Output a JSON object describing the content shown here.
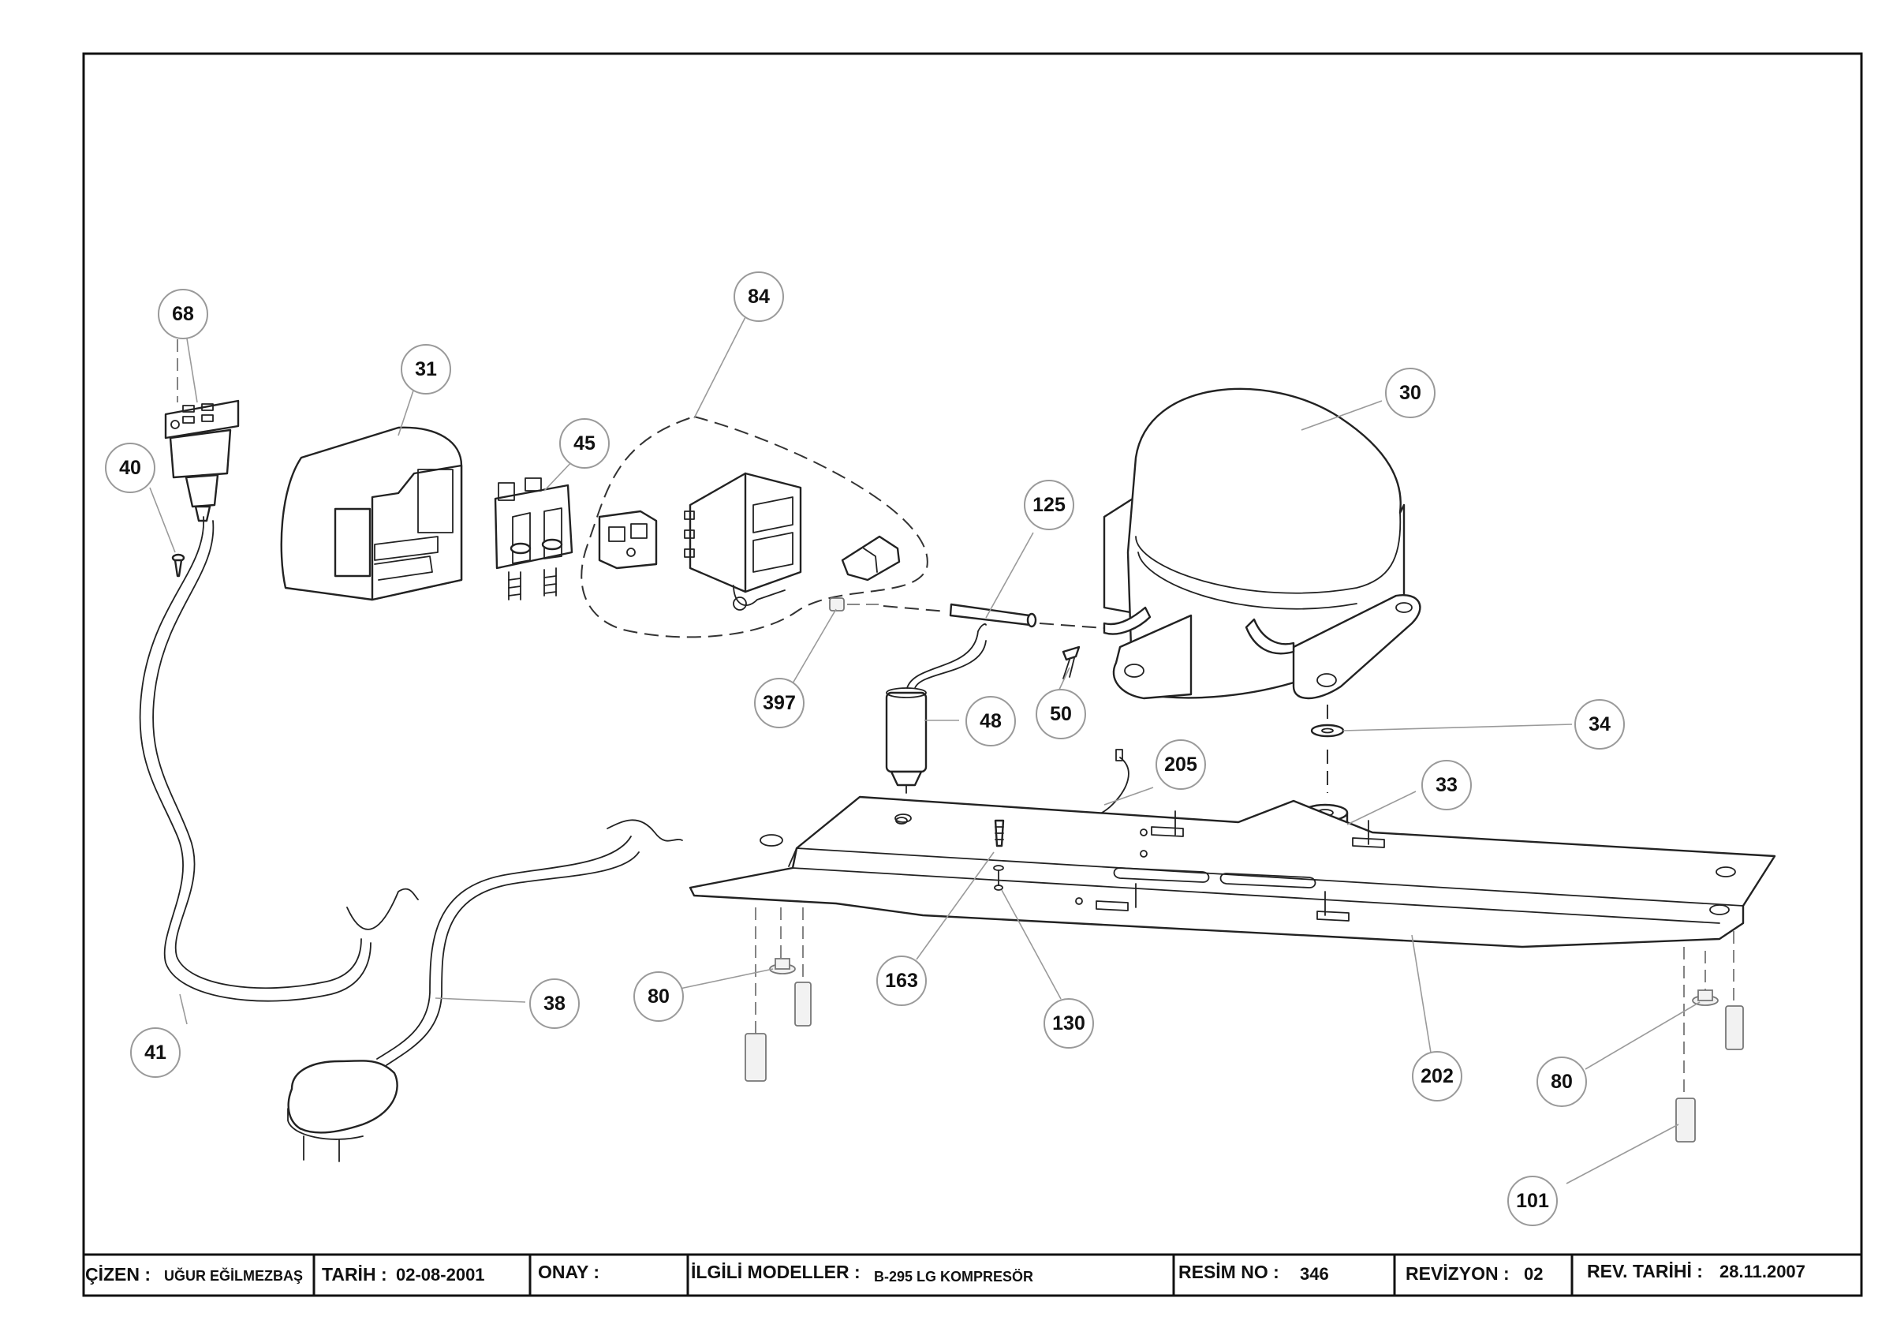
{
  "callouts": [
    {
      "id": "68",
      "label": "68"
    },
    {
      "id": "31",
      "label": "31"
    },
    {
      "id": "84",
      "label": "84"
    },
    {
      "id": "45",
      "label": "45"
    },
    {
      "id": "30",
      "label": "30"
    },
    {
      "id": "40",
      "label": "40"
    },
    {
      "id": "125",
      "label": "125"
    },
    {
      "id": "397",
      "label": "397"
    },
    {
      "id": "48",
      "label": "48"
    },
    {
      "id": "50",
      "label": "50"
    },
    {
      "id": "34",
      "label": "34"
    },
    {
      "id": "205",
      "label": "205"
    },
    {
      "id": "33",
      "label": "33"
    },
    {
      "id": "38",
      "label": "38"
    },
    {
      "id": "80a",
      "label": "80"
    },
    {
      "id": "163",
      "label": "163"
    },
    {
      "id": "130",
      "label": "130"
    },
    {
      "id": "41",
      "label": "41"
    },
    {
      "id": "202",
      "label": "202"
    },
    {
      "id": "80b",
      "label": "80"
    },
    {
      "id": "101",
      "label": "101"
    }
  ],
  "title_block": {
    "cizen_label": "ÇİZEN :",
    "cizen_value": "UĞUR EĞİLMEZBAŞ",
    "tarih_label": "TARİH :",
    "tarih_value": "02-08-2001",
    "onay_label": "ONAY :",
    "onay_value": "",
    "modeller_label": "İLGİLİ MODELLER :",
    "modeller_value": "B-295 LG KOMPRESÖR",
    "resim_label": "RESİM NO :",
    "resim_value": "346",
    "revizyon_label": "REVİZYON :",
    "revizyon_value": "02",
    "rev_tarihi_label": "REV. TARİHİ :",
    "rev_tarihi_value": "28.11.2007"
  }
}
